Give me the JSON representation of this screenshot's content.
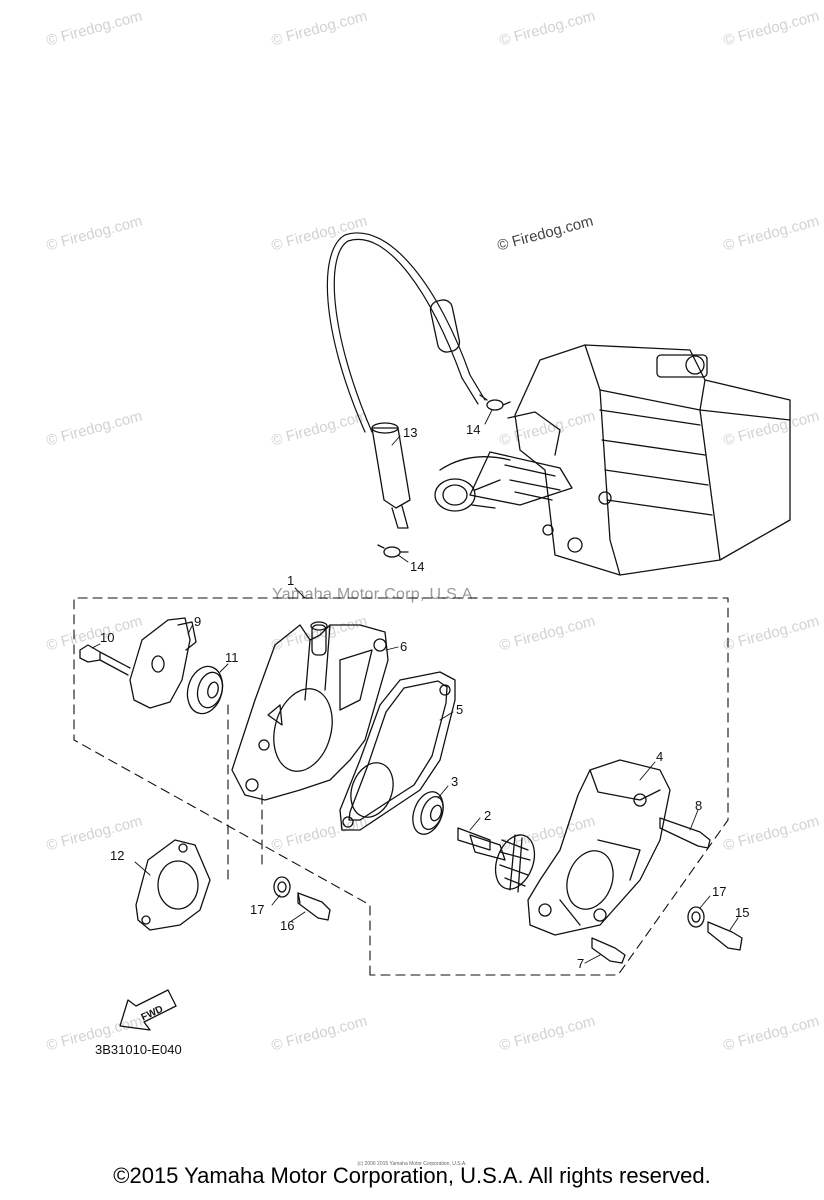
{
  "watermark": {
    "text": "© Firedog.com"
  },
  "parts": {
    "p1": "1",
    "p2": "2",
    "p3": "3",
    "p4": "4",
    "p5": "5",
    "p6": "6",
    "p7": "7",
    "p8": "8",
    "p9": "9",
    "p10": "10",
    "p11": "11",
    "p12": "12",
    "p13": "13",
    "p14a": "14",
    "p14b": "14",
    "p15": "15",
    "p16": "16",
    "p17a": "17",
    "p17b": "17"
  },
  "ghost_label": "Yamaha Motor Corp, U.S.A.",
  "fwd_label": "FWD",
  "diagram_code": "3B31010-E040",
  "tiny_credit": "(c) 2006 2015 Yamaha Motor Corporation, U.S.A.",
  "footer": "©2015 Yamaha Motor Corporation, U.S.A. All rights reserved."
}
